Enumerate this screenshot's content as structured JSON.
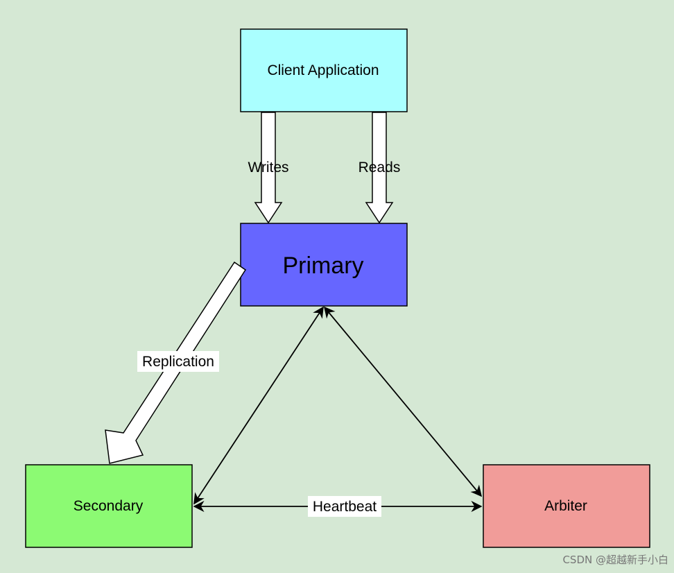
{
  "diagram": {
    "nodes": {
      "client": {
        "label": "Client Application",
        "fill": "#aaffff"
      },
      "primary": {
        "label": "Primary",
        "fill": "#6666ff"
      },
      "secondary": {
        "label": "Secondary",
        "fill": "#8cfa73"
      },
      "arbiter": {
        "label": "Arbiter",
        "fill": "#f19c99"
      }
    },
    "edges": {
      "writes": {
        "label": "Writes",
        "from": "client",
        "to": "primary"
      },
      "reads": {
        "label": "Reads",
        "from": "client",
        "to": "primary"
      },
      "replication": {
        "label": "Replication",
        "from": "primary",
        "to": "secondary"
      },
      "heartbeat": {
        "label": "Heartbeat",
        "between": [
          "secondary",
          "arbiter"
        ]
      },
      "heartbeat_primary_secondary": {
        "between": [
          "primary",
          "secondary"
        ]
      },
      "heartbeat_primary_arbiter": {
        "between": [
          "primary",
          "arbiter"
        ]
      }
    },
    "colors": {
      "background": "#d5e8d4",
      "stroke": "#000000",
      "arrow_fill": "#ffffff"
    }
  },
  "watermark": "CSDN @超越新手小白"
}
